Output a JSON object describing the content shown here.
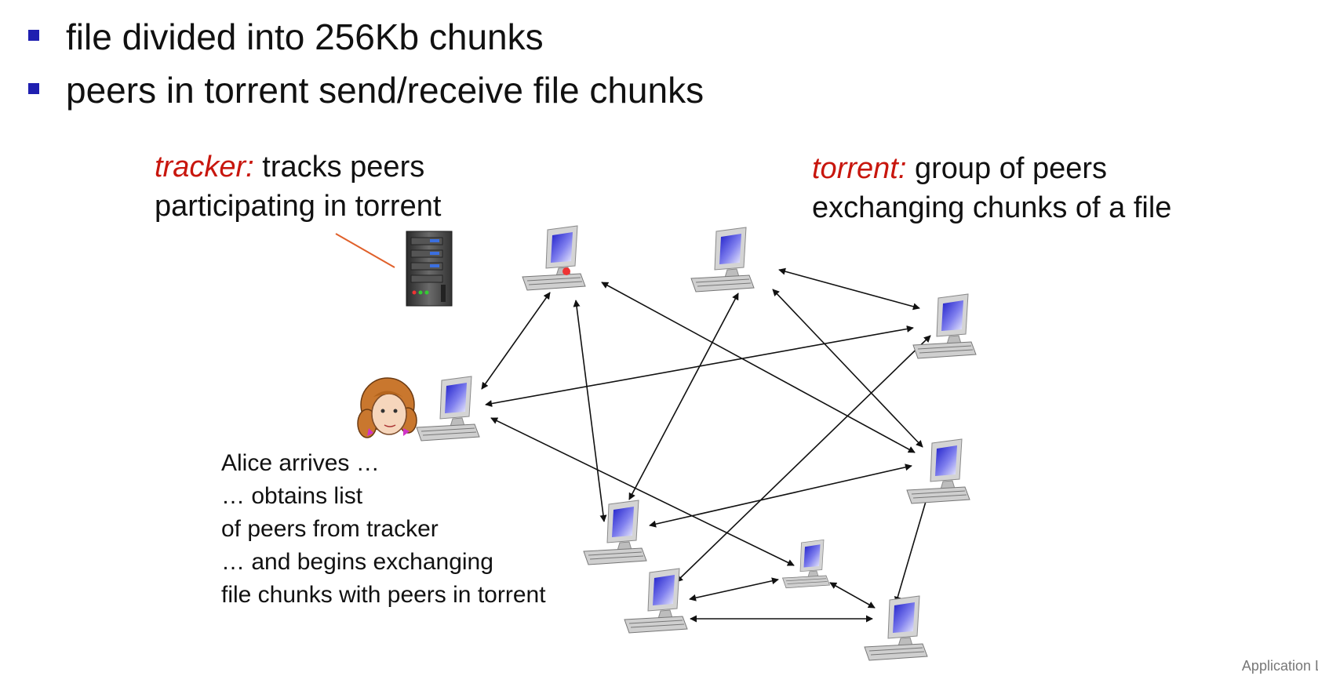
{
  "bullets": [
    "file divided into 256Kb chunks",
    "peers in torrent send/receive file chunks"
  ],
  "tracker_label": {
    "keyword": "tracker:",
    "rest": " tracks peers",
    "line2": "participating in torrent"
  },
  "torrent_label": {
    "keyword": "torrent:",
    "rest": " group of peers",
    "line2": "exchanging  chunks of a file"
  },
  "alice_lines": [
    "Alice arrives  …",
    "… obtains list",
    "of peers from tracker",
    "… and begins exchanging",
    "file chunks with peers in torrent"
  ],
  "footer": "Application L",
  "colors": {
    "accent_red": "#c8160d",
    "bullet_blue": "#1f1fb0",
    "screen_blue": "#3a3ad8"
  },
  "icons": {
    "server": "server-icon",
    "computer": "computer-icon",
    "alice": "alice-avatar-icon"
  }
}
